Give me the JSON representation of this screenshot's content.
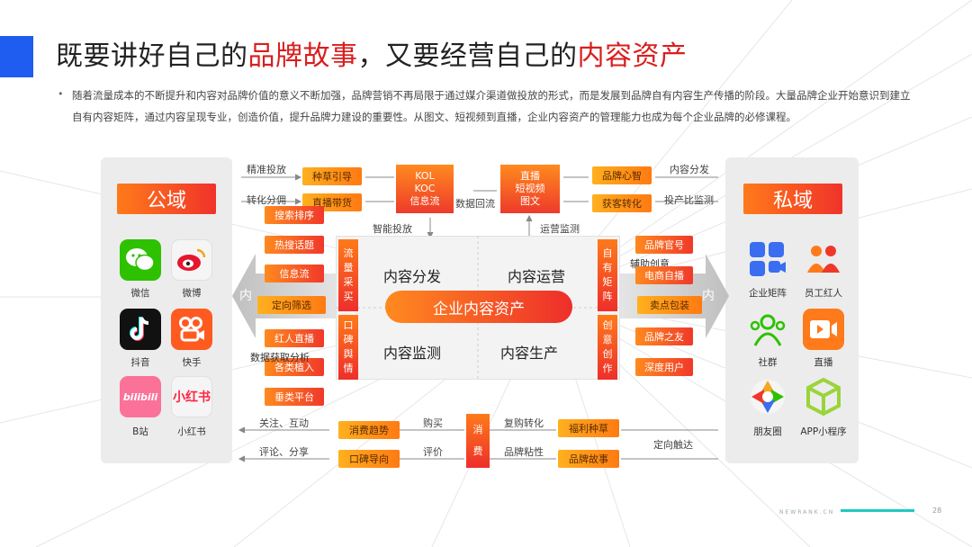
{
  "title": {
    "part1": "既要讲好自己的",
    "hl1": "品牌故事",
    "part2": "，又要经营自己的",
    "hl2": "内容资产"
  },
  "paragraph": "随着流量成本的不断提升和内容对品牌价值的意义不断加强，品牌营销不再局限于通过媒介渠道做投放的形式，而是发展到品牌自有内容生产传播的阶段。大量品牌企业开始意识到建立自有内容矩阵，通过内容呈现专业，创造价值，提升品牌力建设的重要性。从图文、短视频到直播，企业内容资产的管理能力也成为每个企业品牌的必修课程。",
  "bullet": "•",
  "public": {
    "title": "公域",
    "apps": [
      {
        "name": "微信",
        "icon": "wechat-icon",
        "color": "#2dc100"
      },
      {
        "name": "微博",
        "icon": "weibo-icon",
        "color": "#f5f5f5"
      },
      {
        "name": "抖音",
        "icon": "douyin-icon",
        "color": "#111111"
      },
      {
        "name": "快手",
        "icon": "kuaishou-icon",
        "color": "#ff5a1f"
      },
      {
        "name": "B站",
        "icon": "bilibili-icon",
        "color": "#fb7299"
      },
      {
        "name": "小红书",
        "icon": "xiaohongshu-icon",
        "color": "#f5f5f5"
      }
    ],
    "bilibili_text": "bilibili",
    "xhs_text": "小红书"
  },
  "private": {
    "title": "私域",
    "apps": [
      {
        "name": "企业矩阵",
        "icon": "matrix-icon",
        "color": "#3a6df0"
      },
      {
        "name": "员工红人",
        "icon": "employee-icon",
        "color": "#ff7a1a"
      },
      {
        "name": "社群",
        "icon": "community-icon",
        "color": "#2dc100"
      },
      {
        "name": "直播",
        "icon": "live-icon",
        "color": "#ff7a1a"
      },
      {
        "name": "朋友圈",
        "icon": "moments-icon",
        "color": "#f5f5f5"
      },
      {
        "name": "APP小程序",
        "icon": "miniapp-icon",
        "color": "#9ad43a"
      }
    ]
  },
  "left_tags": [
    "搜索排序",
    "热搜话题",
    "信息流",
    "定向筛选",
    "红人直播",
    "各类植入",
    "垂类平台"
  ],
  "right_tags": [
    "品牌官号",
    "电商自播",
    "卖点包装",
    "品牌之友",
    "深度用户"
  ],
  "top": {
    "left_labels": [
      "精准投放",
      "转化分佣"
    ],
    "yellow_left": [
      "种草引导",
      "直播带货"
    ],
    "box1": [
      "KOL",
      "KOC",
      "信息流"
    ],
    "box2": [
      "直播",
      "短视频",
      "图文"
    ],
    "data_loop": "数据回流",
    "yellow_right": [
      "品牌心智",
      "获客转化"
    ],
    "right_labels": [
      "内容分发",
      "投产比监测"
    ],
    "smart_delivery": "智能投放",
    "ops_monitor": "运营监测"
  },
  "center": {
    "q1": "内容分发",
    "q2": "内容运营",
    "q3": "内容监测",
    "q4": "内容生产",
    "pill": "企业内容资产",
    "left_top_v": [
      "流",
      "量",
      "采",
      "买"
    ],
    "left_bottom_v": [
      "口",
      "碑",
      "舆",
      "情"
    ],
    "right_top_v": [
      "自",
      "有",
      "矩",
      "阵"
    ],
    "right_bottom_v": [
      "创",
      "意",
      "创",
      "作"
    ],
    "inner_left": "内",
    "inner_right": "内",
    "assist_creative": "辅助创意",
    "data_analysis": "数据获取分析"
  },
  "bottom": {
    "left_labels": [
      "关注、互动",
      "评论、分享"
    ],
    "yellow_left": [
      "消费趋势",
      "口碑导向"
    ],
    "mid_left": [
      "购买",
      "评价"
    ],
    "consume_top": "消",
    "consume_bottom": "费",
    "mid_right": [
      "复购转化",
      "品牌粘性"
    ],
    "yellow_right": [
      "福利种草",
      "品牌故事"
    ],
    "right_label": "定向触达"
  },
  "footer": {
    "brand": "NEWRANK.CN",
    "page": "28"
  }
}
